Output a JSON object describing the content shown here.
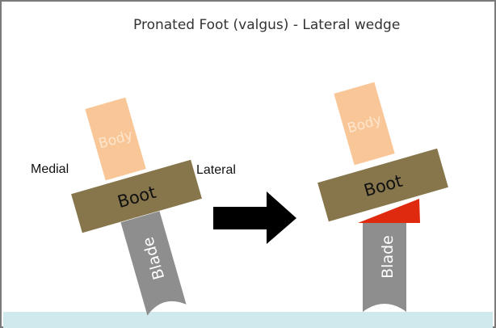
{
  "title": "Pronated Foot (valgus) - Lateral wedge",
  "labels": {
    "medial": "Medial",
    "lateral": "Lateral"
  },
  "parts": {
    "body": "Body",
    "boot": "Boot",
    "blade": "Blade"
  },
  "colors": {
    "body": "#f9c797",
    "boot": "#87754c",
    "blade": "#8e8e8e",
    "wedge": "#e02a0f",
    "arrow": "#000000",
    "ice": "#cfe9ec",
    "frame": "#7a7a7a"
  },
  "icons": {
    "arrow": "right-arrow-icon"
  }
}
